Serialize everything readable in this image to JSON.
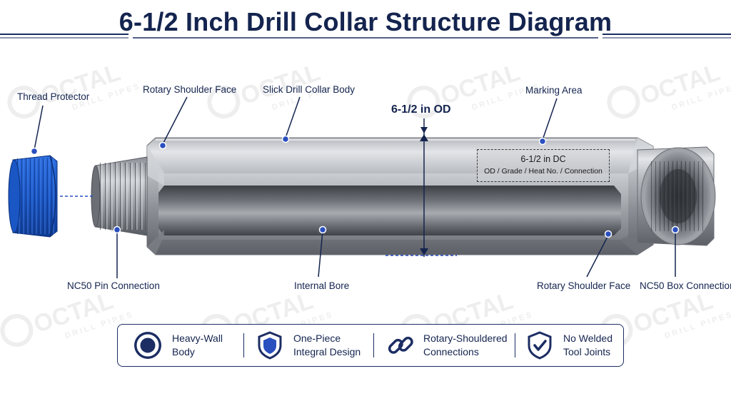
{
  "title": "6-1/2 Inch Drill Collar Structure Diagram",
  "watermark": {
    "brand": "OCTAL",
    "tagline": "DRILL PIPES"
  },
  "labels": {
    "thread_protector": "Thread Protector",
    "rotary_shoulder_face_top": "Rotary Shoulder Face",
    "slick_body": "Slick Drill Collar Body",
    "marking_area": "Marking Area",
    "od": "6-1/2 in OD",
    "pin_connection": "NC50 Pin Connection",
    "internal_bore": "Internal Bore",
    "rotary_shoulder_face_bottom": "Rotary Shoulder Face",
    "box_connection": "NC50 Box Connection"
  },
  "marking": {
    "line1": "6-1/2 in DC",
    "line2": "OD / Grade / Heat No. / Connection"
  },
  "features": [
    {
      "icon": "ring-icon",
      "line1": "Heavy-Wall",
      "line2": "Body"
    },
    {
      "icon": "shield-icon",
      "line1": "One-Piece",
      "line2": "Integral Design"
    },
    {
      "icon": "chain-link-icon",
      "line1": "Rotary-Shouldered",
      "line2": "Connections"
    },
    {
      "icon": "check-shield-icon",
      "line1": "No Welded",
      "line2": "Tool Joints"
    }
  ],
  "colors": {
    "navy": "#14244f",
    "accent_blue": "#2a4fbf",
    "protector_blue": "#1f5fd0",
    "steel": "#8c9097"
  }
}
